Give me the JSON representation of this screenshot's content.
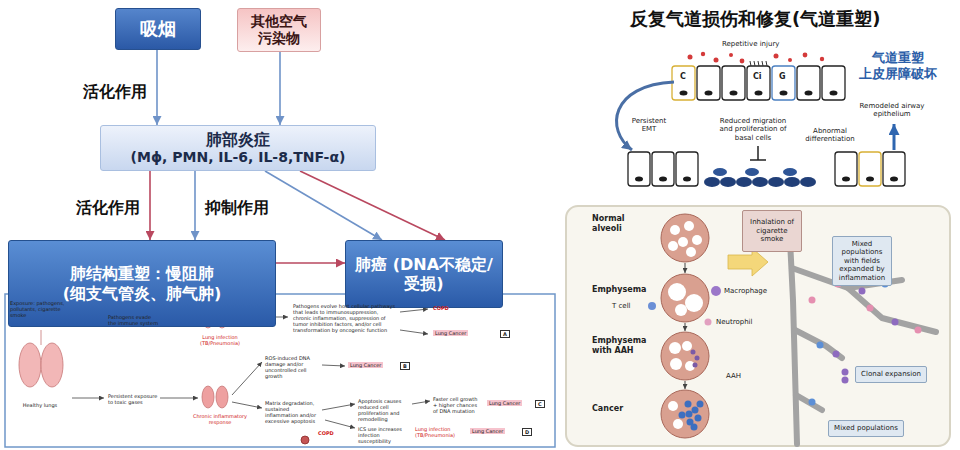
{
  "diagram": {
    "nodes": [
      {
        "text": [
          "吸烟"
        ]
      },
      {
        "text": [
          "其他空气 污染物"
        ]
      },
      {
        "text": [
          "肺部炎症",
          "(Mɸ, PMN, IL-6, IL-8,TNF-α)"
        ]
      },
      {
        "text": [
          "肺结构重塑：慢阻肺 (细支气管炎、肺气肿)"
        ]
      },
      {
        "text": [
          "肺癌 (DNA不稳定/受损)"
        ]
      },
      {
        "text": [
          "Inhalation of cigarette smoke"
        ]
      },
      {
        "text": [
          "Mixed populations with fields expanded by inflammation"
        ]
      },
      {
        "text": [
          "Clonal expansion"
        ]
      },
      {
        "text": [
          "Mixed populations"
        ]
      }
    ],
    "edges": [
      {
        "from": 0,
        "to": 2,
        "arrow": "to",
        "label": "活化作用"
      },
      {
        "from": 1,
        "to": 2,
        "arrow": "to"
      },
      {
        "from": 2,
        "to": 3,
        "arrow": "to",
        "label": "活化作用"
      },
      {
        "from": 2,
        "to": 3,
        "arrow": "to",
        "label": "抑制作用"
      },
      {
        "from": 2,
        "to": 4,
        "arrow": "to"
      },
      {
        "from": 2,
        "to": 4,
        "arrow": "to"
      },
      {
        "from": 3,
        "to": 4,
        "arrow": "to"
      }
    ],
    "labels": [
      "反复气道损伤和修复(气道重塑)",
      "Repetitive injury",
      "C",
      "Ci",
      "G",
      "气道重塑 上皮屏障破坏",
      "Remodeled airway epithelium",
      "Persistent EMT",
      "Reduced migration and proliferation of basal cells",
      "Abnormal differentiation",
      "Exposure: pathogens, pollutants, cigarette smoke",
      "Healthy lungs",
      "Pathogens evade the immune system",
      "Lung infection (TB/Pneumonia)",
      "Pathogens evolve host cellular pathways that leads to immunosuppression, chronic inflammation, suppression of tumor inhibition factors, and/or cell transformation by oncogenic function",
      "COPD",
      "Lung Cancer",
      "A",
      "Persistent exposure to toxic gases",
      "Chronic inflammatory response",
      "ROS-induced DNA damage and/or uncontrolled cell growth",
      "Lung Cancer",
      "B",
      "Matrix degradation, sustained inflammation and/or excessive apoptosis",
      "COPD",
      "Apoptosis causes reduced cell proliferation and remodelling",
      "Faster cell growth + higher chances of DNA mutation",
      "Lung Cancer",
      "C",
      "ICS use increases infection susceptibility",
      "Lung infection (TB/Pneumonia)",
      "Lung Cancer",
      "D",
      "Normal alveoli",
      "Emphysema",
      "T cell",
      "Macrophage",
      "Neutrophil",
      "Emphysema with AAH",
      "AAH",
      "Cancer"
    ]
  }
}
